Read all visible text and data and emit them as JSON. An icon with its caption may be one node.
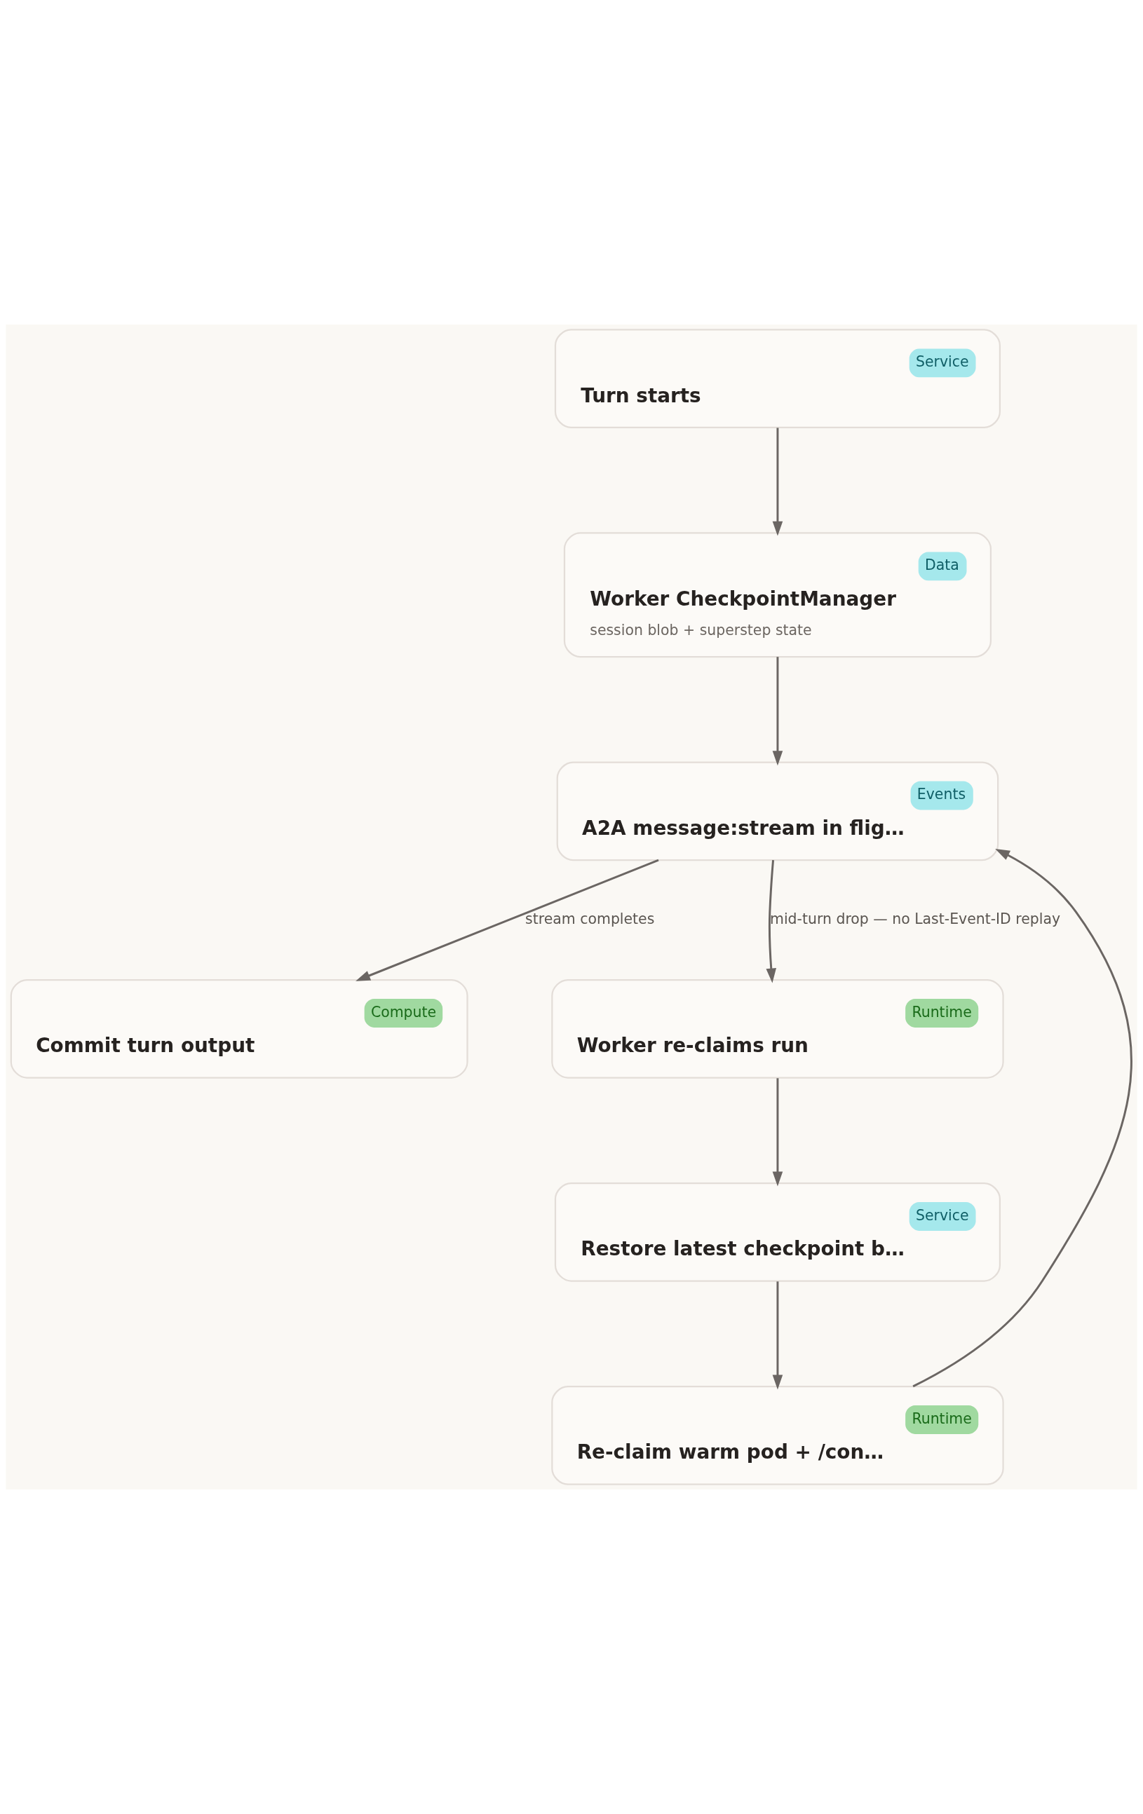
{
  "diagram": {
    "nodes": [
      {
        "text": [
          "Service",
          "Turn starts"
        ]
      },
      {
        "text": [
          "Data",
          "Worker CheckpointManager",
          "session blob + superstep state"
        ]
      },
      {
        "text": [
          "Events",
          "A2A message:stream in flig…"
        ]
      },
      {
        "text": [
          "Compute",
          "Commit turn output"
        ]
      },
      {
        "text": [
          "Runtime",
          "Worker re-claims run"
        ]
      },
      {
        "text": [
          "Service",
          "Restore latest checkpoint b…"
        ]
      },
      {
        "text": [
          "Runtime",
          "Re-claim warm pod + /con…"
        ]
      }
    ],
    "edges": [
      {
        "from": 0,
        "to": 1,
        "arrow": "to"
      },
      {
        "from": 1,
        "to": 2,
        "arrow": "to"
      },
      {
        "from": 2,
        "to": 3,
        "arrow": "to",
        "label": "stream completes"
      },
      {
        "from": 2,
        "to": 4,
        "arrow": "to",
        "label": "mid-turn drop — no Last-Event-ID replay"
      },
      {
        "from": 4,
        "to": 5,
        "arrow": "to"
      },
      {
        "from": 5,
        "to": 6,
        "arrow": "to"
      },
      {
        "from": 6,
        "to": 2,
        "arrow": "to"
      }
    ]
  }
}
